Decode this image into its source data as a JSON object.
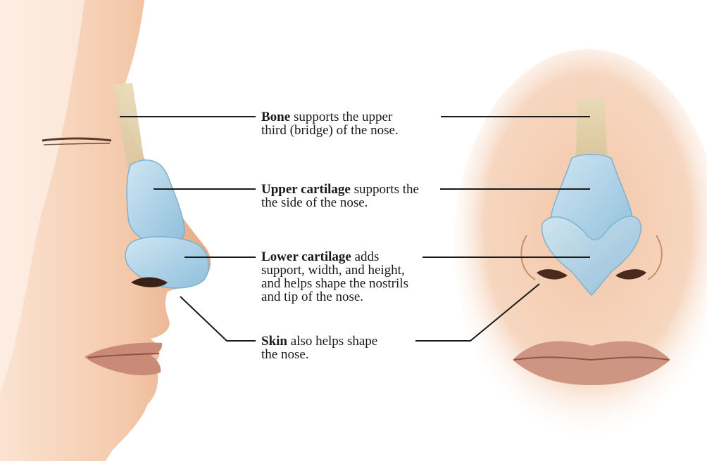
{
  "annotations": [
    {
      "id": "bone",
      "term": "Bone",
      "lines": [
        "supports the upper",
        "third (bridge) of the nose."
      ]
    },
    {
      "id": "upper-cartilage",
      "term": "Upper cartilage",
      "lines": [
        "supports the",
        "the side of the nose."
      ]
    },
    {
      "id": "lower-cartilage",
      "term": "Lower cartilage",
      "lines": [
        "adds",
        "support, width, and height,",
        "and helps shape the nostrils",
        "and tip of the nose."
      ]
    },
    {
      "id": "skin",
      "term": "Skin",
      "lines": [
        "also helps shape",
        "the nose."
      ]
    }
  ],
  "colors": {
    "skin": "#f2c7a6",
    "skin_shadow": "#d99f7c",
    "bone": "#e3d2ae",
    "cartilage": "#a9cfe4",
    "cartilage_edge": "#6fa6c8",
    "lips": "#c98a78",
    "leader_line": "#1a1a1a"
  }
}
